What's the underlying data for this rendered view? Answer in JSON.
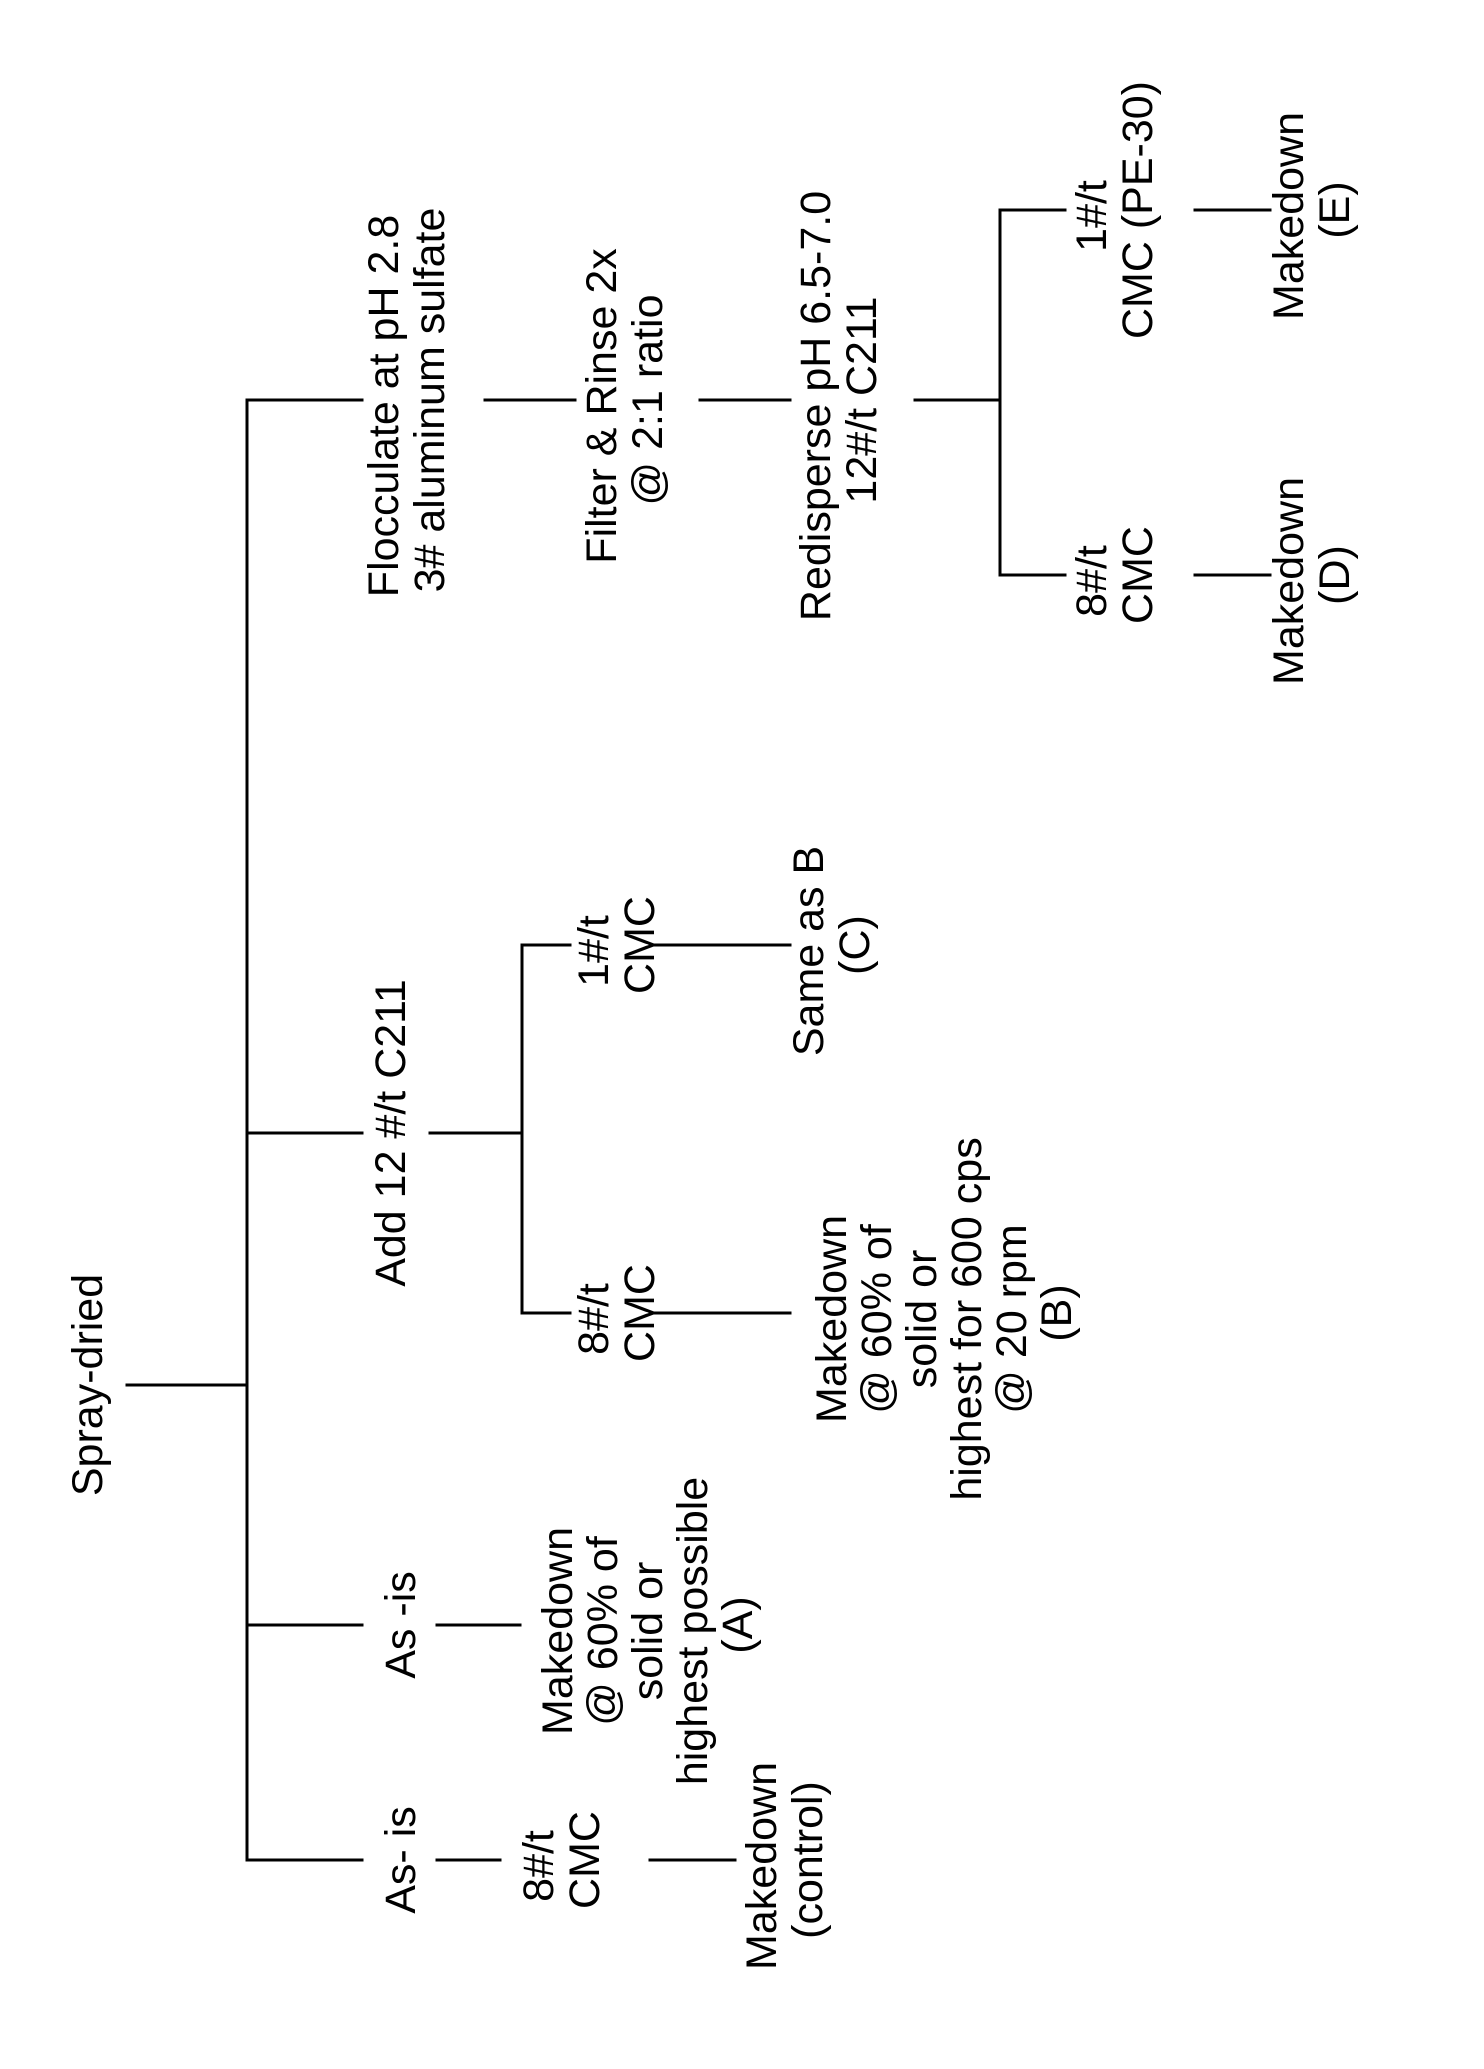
{
  "diagram": {
    "root": {
      "label": "Spray-dried"
    },
    "branch_as_is_cmc": {
      "label": "As- is",
      "additive": [
        "8#/t",
        "CMC"
      ],
      "result": [
        "Makedown",
        "(control)"
      ]
    },
    "branch_as_is": {
      "label": "As -is",
      "result": [
        "Makedown",
        "@ 60% of",
        "solid or",
        "highest possible",
        "(A)"
      ]
    },
    "branch_c211": {
      "label": "Add 12 #/t C211",
      "sub_b": {
        "additive": [
          "8#/t",
          "CMC"
        ],
        "result": [
          "Makedown",
          "@ 60% of",
          "solid or",
          "highest for 600 cps",
          "@ 20 rpm",
          "(B)"
        ]
      },
      "sub_c": {
        "additive": [
          "1#/t",
          "CMC"
        ],
        "result": [
          "Same as B",
          "(C)"
        ]
      }
    },
    "branch_flocculate": {
      "label": [
        "Flocculate at pH 2.8",
        "3# aluminum sulfate"
      ],
      "filter": [
        "Filter & Rinse 2x",
        "@ 2:1 ratio"
      ],
      "redisperse": [
        "Redisperse pH 6.5-7.0",
        "12#/t C211"
      ],
      "sub_d": {
        "additive": [
          "8#/t",
          "CMC"
        ],
        "result": [
          "Makedown",
          "(D)"
        ]
      },
      "sub_e": {
        "additive": [
          "1#/t",
          "CMC (PE-30)"
        ],
        "result": [
          "Makedown",
          "(E)"
        ]
      }
    }
  }
}
